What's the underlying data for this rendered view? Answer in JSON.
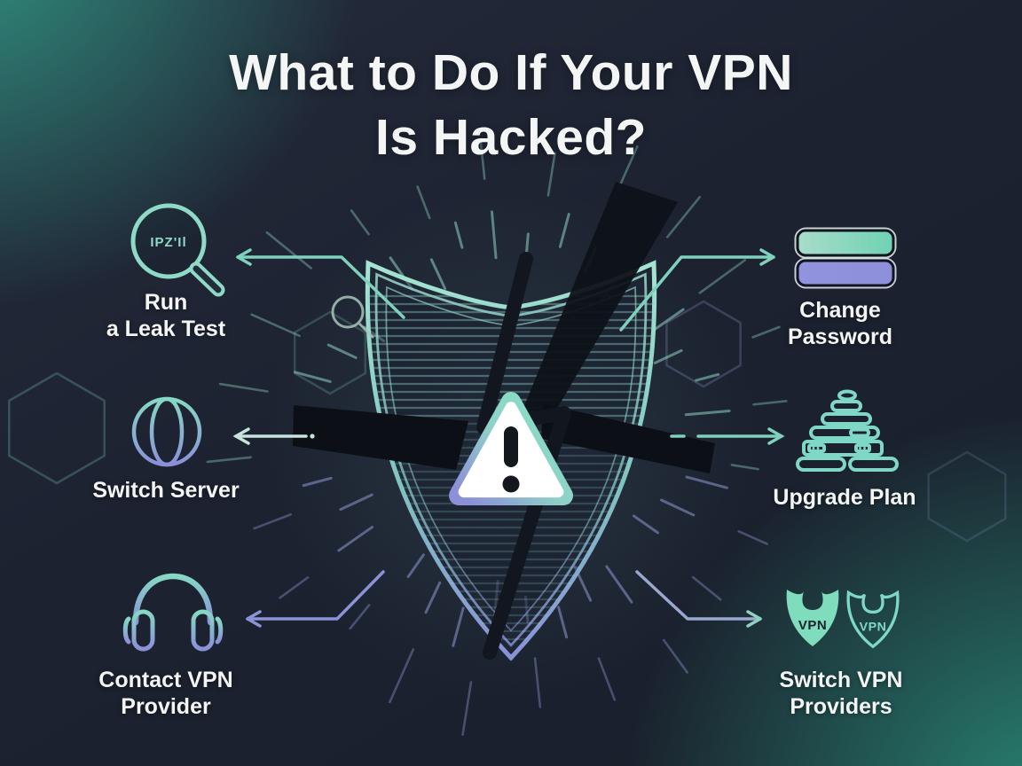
{
  "title": {
    "line1": "What to Do If Your VPN",
    "line2": "Is Hacked?"
  },
  "center": {
    "illustration": "cracked-shield-with-warning",
    "alert_symbol": "!"
  },
  "steps": [
    {
      "id": "run-leak-test",
      "side": "left",
      "icon": "magnifier-ip-leak-icon",
      "icon_text": "IPZ'Il",
      "label_line1": "Run",
      "label_line2": "a Leak Test"
    },
    {
      "id": "switch-server",
      "side": "left",
      "icon": "globe-icon",
      "label_line1": "Switch Server",
      "label_line2": ""
    },
    {
      "id": "contact-vpn-provider",
      "side": "left",
      "icon": "headphones-icon",
      "label_line1": "Contact VPN",
      "label_line2": "Provider"
    },
    {
      "id": "change-password",
      "side": "right",
      "icon": "password-fields-icon",
      "label_line1": "Change",
      "label_line2": "Password"
    },
    {
      "id": "upgrade-plan",
      "side": "right",
      "icon": "upgrade-pyramid-icon",
      "label_line1": "Upgrade Plan",
      "label_line2": ""
    },
    {
      "id": "switch-vpn-providers",
      "side": "right",
      "icon": "vpn-shield-badges-icon",
      "badge_text": "VPN",
      "label_line1": "Switch VPN",
      "label_line2": "Providers"
    }
  ],
  "colors": {
    "background_navy": "#1c2230",
    "background_teal_glow": "#2f9684",
    "accent_teal": "#82d6c2",
    "accent_purple": "#8b92d8",
    "label_white": "#f3f5f5",
    "alert_fill": "#ffffff",
    "alert_mark": "#14171e",
    "vpn_badge_fill": "#7fdcbc"
  }
}
